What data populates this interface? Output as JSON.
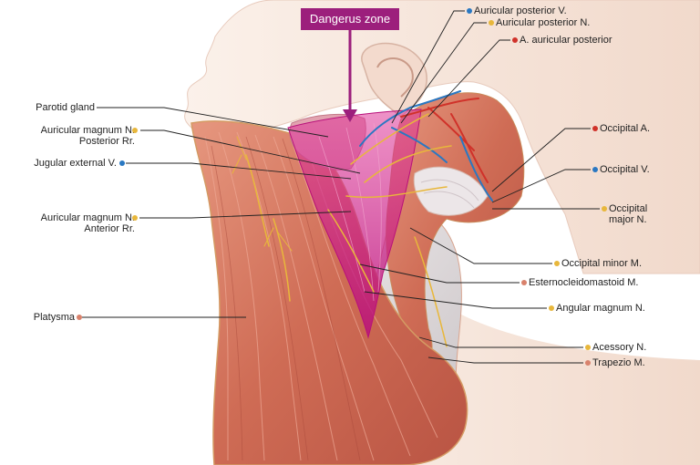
{
  "colors": {
    "artery": "#d0322a",
    "vein": "#2a78c2",
    "nerve": "#e8b73b",
    "muscle": "#d9826c",
    "danger": "#c3167e"
  },
  "danger_zone": {
    "label": "Dangerus zone"
  },
  "labels": [
    {
      "id": "parotid-gland",
      "text": "Parotid gland",
      "type": ""
    },
    {
      "id": "auricular-magnum-posterior",
      "text": "Auricular magnum N.",
      "text2": "Posterior Rr.",
      "type": "nerve"
    },
    {
      "id": "jugular-external",
      "text": "Jugular external V.",
      "type": "vein"
    },
    {
      "id": "auricular-magnum-anterior",
      "text": "Auricular magnum N.",
      "text2": "Anterior Rr.",
      "type": "nerve"
    },
    {
      "id": "platysma",
      "text": "Platysma",
      "type": "muscle"
    },
    {
      "id": "auricular-posterior-v",
      "text": "Auricular posterior V.",
      "type": "vein"
    },
    {
      "id": "auricular-posterior-n",
      "text": "Auricular posterior N.",
      "type": "nerve"
    },
    {
      "id": "a-auricular-posterior",
      "text": "A. auricular posterior",
      "type": "artery"
    },
    {
      "id": "occipital-a",
      "text": "Occipital A.",
      "type": "artery"
    },
    {
      "id": "occipital-v",
      "text": "Occipital V.",
      "type": "vein"
    },
    {
      "id": "occipital-major",
      "text": "Occipital",
      "text2": "major N.",
      "type": "nerve"
    },
    {
      "id": "occipital-minor",
      "text": "Occipital minor M.",
      "type": "nerve"
    },
    {
      "id": "esternocleidomastoid",
      "text": "Esternocleidomastoid M.",
      "type": "muscle"
    },
    {
      "id": "angular-magnum",
      "text": "Angular magnum N.",
      "type": "nerve"
    },
    {
      "id": "acessory",
      "text": "Acessory N.",
      "type": "nerve"
    },
    {
      "id": "trapezio",
      "text": "Trapezio M.",
      "type": "muscle"
    }
  ]
}
